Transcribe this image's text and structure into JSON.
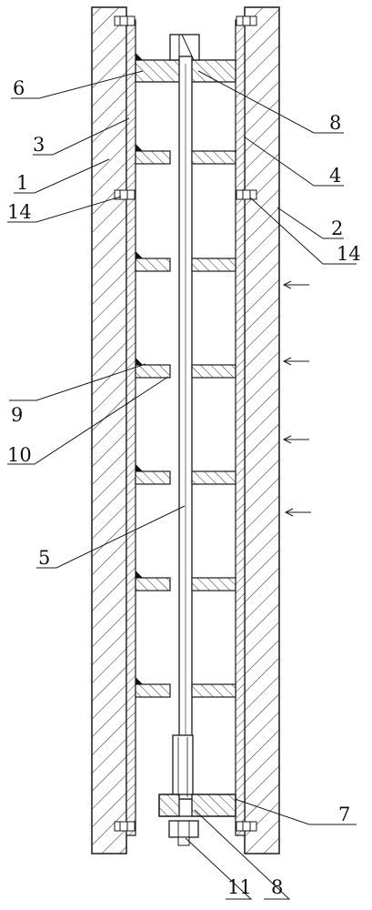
{
  "labels": {
    "l1": "1",
    "l2": "2",
    "l3": "3",
    "l4": "4",
    "l5": "5",
    "l6": "6",
    "l7": "7",
    "l8_top": "8",
    "l8_bottom": "8",
    "l9": "9",
    "l10": "10",
    "l11": "11",
    "l14_left": "14",
    "l14_right": "14"
  },
  "colors": {
    "line": "#1a1a1a",
    "hatch": "#333333",
    "background": "#ffffff"
  },
  "flow_arrows": {
    "count": 4,
    "direction": "left"
  },
  "spacer_discs": {
    "count": 6
  }
}
